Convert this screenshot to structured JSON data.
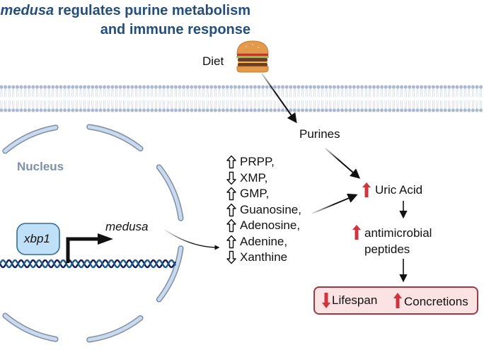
{
  "title": {
    "line1_italic": "medusa",
    "line1_rest": " regulates purine metabolism",
    "line2": "and immune response"
  },
  "diet": {
    "label": "Diet",
    "icon": "hamburger-icon"
  },
  "membrane": {
    "label": "cell-membrane"
  },
  "purines": {
    "label": "Purines"
  },
  "nucleus": {
    "label": "Nucleus"
  },
  "gene": {
    "tf_label": "xbp1",
    "target_label": "medusa"
  },
  "metabolites": [
    {
      "name": "PRPP,",
      "direction": "up"
    },
    {
      "name": "XMP,",
      "direction": "down"
    },
    {
      "name": "GMP,",
      "direction": "up"
    },
    {
      "name": "Guanosine,",
      "direction": "up"
    },
    {
      "name": "Adenosine,",
      "direction": "up"
    },
    {
      "name": "Adenine,",
      "direction": "up"
    },
    {
      "name": "Xanthine",
      "direction": "down"
    }
  ],
  "uric_acid": {
    "label": "Uric Acid",
    "direction": "up"
  },
  "amp": {
    "line1": "antimicrobial",
    "line2": "peptides",
    "direction": "up"
  },
  "outcomes": [
    {
      "label": "Lifespan",
      "direction": "down"
    },
    {
      "label": "Concretions",
      "direction": "up"
    }
  ],
  "colors": {
    "title": "#244f7c",
    "nucleus_envelope_fill": "#c9d9ee",
    "nucleus_envelope_stroke": "#7f8fa3",
    "nucleus_label": "#7a93ab",
    "xbp1_fill": "#bfe0f7",
    "xbp1_stroke": "#2f6d9c",
    "dna_strand_a": "#12205a",
    "dna_strand_b": "#1b5a8a",
    "membrane_head": "#a9b9d4",
    "red_arrow": "#d0343c",
    "outcome_fill": "#fbe3e4",
    "outcome_stroke": "#9b3a45"
  }
}
